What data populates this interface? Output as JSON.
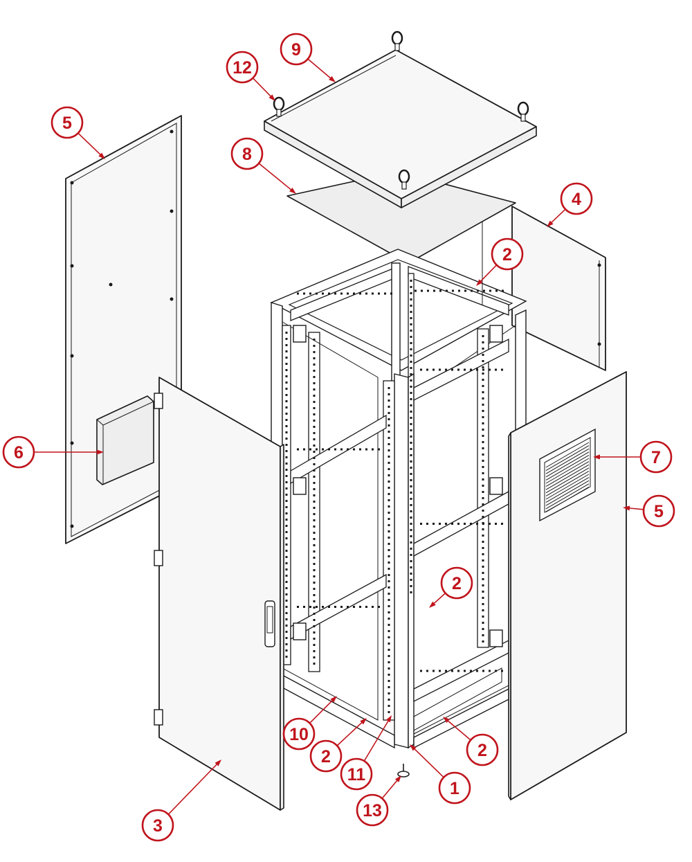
{
  "colors": {
    "callout": "#c0141c",
    "line": "#1a1a1a",
    "panel": "#f7f7f7",
    "background": "#ffffff"
  },
  "callouts": [
    {
      "id": "c9",
      "number": "9"
    },
    {
      "id": "c12",
      "number": "12"
    },
    {
      "id": "c5-left",
      "number": "5"
    },
    {
      "id": "c8",
      "number": "8"
    },
    {
      "id": "c4",
      "number": "4"
    },
    {
      "id": "c2-top",
      "number": "2"
    },
    {
      "id": "c6",
      "number": "6"
    },
    {
      "id": "c7",
      "number": "7"
    },
    {
      "id": "c5-right",
      "number": "5"
    },
    {
      "id": "c2-mid",
      "number": "2"
    },
    {
      "id": "c10",
      "number": "10"
    },
    {
      "id": "c2-bottom",
      "number": "2"
    },
    {
      "id": "c2-right",
      "number": "2"
    },
    {
      "id": "c11",
      "number": "11"
    },
    {
      "id": "c1",
      "number": "1"
    },
    {
      "id": "c13",
      "number": "13"
    },
    {
      "id": "c3",
      "number": "3"
    }
  ]
}
